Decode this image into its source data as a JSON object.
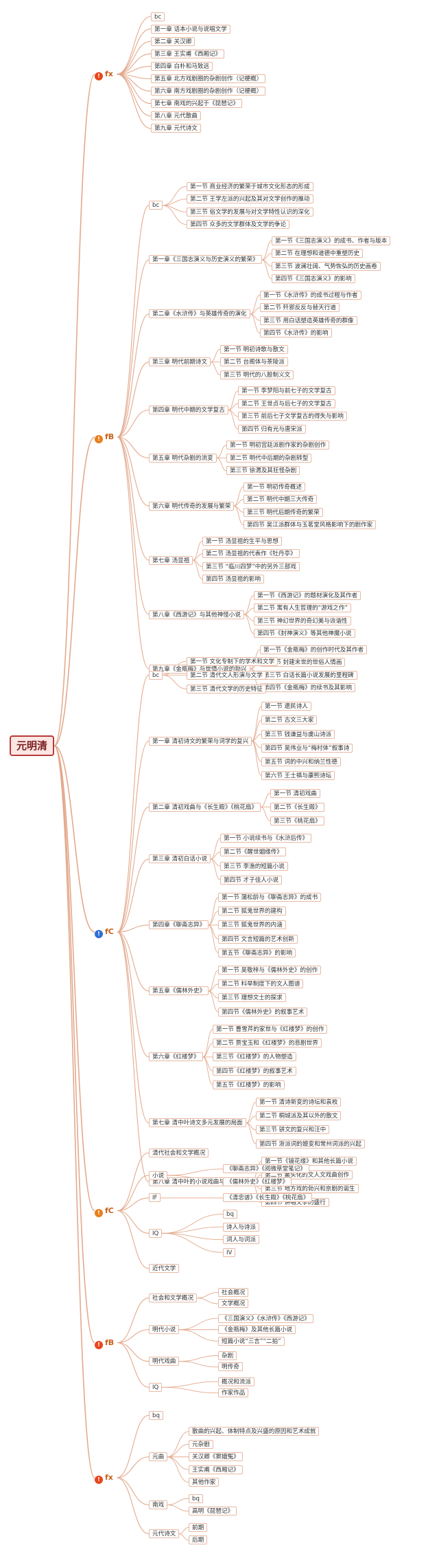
{
  "colors": {
    "edge": "#e3a98d",
    "badge_red": "#e8471d",
    "badge_orange": "#e87f1d",
    "badge_blue": "#2f6fd3"
  },
  "root": {
    "label": "元明清"
  },
  "parts": [
    {
      "label": "fx",
      "badge": "red",
      "children": [
        {
          "label": "bc"
        },
        {
          "label": "第一章 话本小说与说唱文学"
        },
        {
          "label": "第二章 关汉卿"
        },
        {
          "label": "第三章 王实甫《西厢记》"
        },
        {
          "label": "第四章 白朴和马致远"
        },
        {
          "label": "第五章 北方戏剧圈的杂剧创作（记梗概）"
        },
        {
          "label": "第六章 南方戏剧圈的杂剧创作（记梗概）"
        },
        {
          "label": "第七章 南戏的兴起于《琵琶记》"
        },
        {
          "label": "第八章 元代散曲"
        },
        {
          "label": "第九章 元代诗文"
        }
      ]
    },
    {
      "label": "fB",
      "badge": "orange",
      "children": [
        {
          "label": "bc",
          "children": [
            {
              "label": "第一节 商业经济的繁荣于城市文化形态的形成"
            },
            {
              "label": "第二节 王学左派的兴起及其对文学创作的推动"
            },
            {
              "label": "第三节 俗文学的发展与对文学特性认识的深化"
            },
            {
              "label": "第四节 众多的文学群体及文学的争论"
            }
          ]
        },
        {
          "label": "第一章《三国志演义与历史演义的繁荣》",
          "children": [
            {
              "label": "第一节《三国志演义》的成书、作者与版本"
            },
            {
              "label": "第二节 在理想和道德中重塑历史"
            },
            {
              "label": "第三节 波澜壮阔、气势恢弘的历史画卷"
            },
            {
              "label": "第四节《三国志演义》的影响"
            }
          ]
        },
        {
          "label": "第二章《水浒传》与英雄传奇的演化",
          "children": [
            {
              "label": "第一节《水浒传》的成书过程与作者"
            },
            {
              "label": "第二节 歼邪反反与替天行道"
            },
            {
              "label": "第三节 用白话塑造英雄传奇的群像"
            },
            {
              "label": "第四节《水浒传》的影响"
            }
          ]
        },
        {
          "label": "第三章 明代前期诗文",
          "children": [
            {
              "label": "第一节 明初诗歌与散文"
            },
            {
              "label": "第二节 台阁体与茶陵派"
            },
            {
              "label": "第三节 明代的八股制义文"
            }
          ]
        },
        {
          "label": "第四章 明代中期的文学复古",
          "children": [
            {
              "label": "第一节 李梦阳与前七子的文学复古"
            },
            {
              "label": "第二节 王世贞与后七子的文学复古"
            },
            {
              "label": "第三节 前后七子文学复古的得失与影响"
            },
            {
              "label": "第四节 归有光与唐宋派"
            }
          ]
        },
        {
          "label": "第五章 明代杂剧的流变",
          "children": [
            {
              "label": "第一节 明初宫廷派剧作家的杂剧创作"
            },
            {
              "label": "第二节 明代中后期的杂剧转型"
            },
            {
              "label": "第三节 徐渭及其狂怪杂剧"
            }
          ]
        },
        {
          "label": "第六章 明代传奇的发展与繁荣",
          "children": [
            {
              "label": "第一节 明初传奇概述"
            },
            {
              "label": "第二节 明代中期三大传奇"
            },
            {
              "label": "第三节 明代后期传奇的繁荣"
            },
            {
              "label": "第四节 吴江派群体与玉茗堂风格影响下的剧作家"
            }
          ]
        },
        {
          "label": "第七章 汤显祖",
          "children": [
            {
              "label": "第一节 汤显祖的生平与思想"
            },
            {
              "label": "第二节 汤显祖的代表作《牡丹亭》"
            },
            {
              "label": "第三节 “临川四梦”中的另外三部戏"
            },
            {
              "label": "第四节 汤显祖的影响"
            }
          ]
        },
        {
          "label": "第八章《西游记》与其他神怪小说",
          "children": [
            {
              "label": "第一节《西游记》的题材演化及其作者"
            },
            {
              "label": "第二节 寓有人生哲理的“游戏之作”"
            },
            {
              "label": "第三节 神幻世界的奇幻美与诙谐性"
            },
            {
              "label": "第四节《封神演义》等其他神魔小说"
            }
          ]
        },
        {
          "label": "第九章《金瓶梅》与世情小说的勃兴",
          "children": [
            {
              "label": "第一节《金瓶梅》的创作时代及其作者"
            },
            {
              "label": "第二节 封建末世的世俗人情画"
            },
            {
              "label": "第三节 白话长篇小说发展的里程碑"
            },
            {
              "label": "第四节《金瓶梅》的续书及其影响"
            }
          ]
        }
      ]
    },
    {
      "label": "fC",
      "badge": "blue",
      "children": [
        {
          "label": "bc",
          "children": [
            {
              "label": "第一节 文化专制下的学术和文学"
            },
            {
              "label": "第二节 清代文人形演与文学"
            },
            {
              "label": "第三节 清代文学的历史特征"
            }
          ]
        },
        {
          "label": "第一章 清初诗文的繁荣与词学的复兴",
          "children": [
            {
              "label": "第一节 遗民诗人"
            },
            {
              "label": "第二节 古文三大家"
            },
            {
              "label": "第三节 钱谦益与虞山诗派"
            },
            {
              "label": "第四节 吴伟业与“梅村体”叙事诗"
            },
            {
              "label": "第五节 词的中兴和纳兰性德"
            },
            {
              "label": "第六节 王士禛与康熙诗坛"
            }
          ]
        },
        {
          "label": "第二章 清初戏曲与《长生殿》《桃花扇》",
          "children": [
            {
              "label": "第一节 清初戏曲"
            },
            {
              "label": "第二节《长生殿》"
            },
            {
              "label": "第三节《桃花扇》"
            }
          ]
        },
        {
          "label": "第三章 清初白话小说",
          "children": [
            {
              "label": "第一节 小说续书与《水浒后传》"
            },
            {
              "label": "第二节《醒世姻缘传》"
            },
            {
              "label": "第三节 李渔的短篇小说"
            },
            {
              "label": "第四节 才子佳人小说"
            }
          ]
        },
        {
          "label": "第四章《聊斋志异》",
          "children": [
            {
              "label": "第一节 蒲松龄与《聊斋志异》的成书"
            },
            {
              "label": "第二节 狐鬼世界的建构"
            },
            {
              "label": "第三节 狐鬼世界的内涵"
            },
            {
              "label": "第四节 文言短篇的艺术创新"
            },
            {
              "label": "第五节《聊斋志异》的影响"
            }
          ]
        },
        {
          "label": "第五章《儒林外史》",
          "children": [
            {
              "label": "第一节 吴敬梓与《儒林外史》的创作"
            },
            {
              "label": "第二节 科举制度下的文人图谱"
            },
            {
              "label": "第三节 理想文士的探求"
            },
            {
              "label": "第四节《儒林外史》的叙事艺术"
            }
          ]
        },
        {
          "label": "第六章《红楼梦》",
          "children": [
            {
              "label": "第一节 曹雪芹的家世与《红楼梦》的创作"
            },
            {
              "label": "第二节 贾宝玉和《红楼梦》的悲剧世界"
            },
            {
              "label": "第三节《红楼梦》的人物塑造"
            },
            {
              "label": "第四节《红楼梦》的叙事艺术"
            },
            {
              "label": "第五节《红楼梦》的影响"
            }
          ]
        },
        {
          "label": "第七章 清中叶诗文多元发展的局面",
          "children": [
            {
              "label": "第一节 清诗新变的诗坛和袁枚"
            },
            {
              "label": "第二节 桐城派及其以外的散文"
            },
            {
              "label": "第三节 骈文的复兴和汪中"
            },
            {
              "label": "第四节 浙派词的嬗变和常州词派的兴起"
            }
          ]
        },
        {
          "label": "第八章 清中叶的小说戏曲与讲唱文学",
          "children": [
            {
              "label": "第一节《镜花缘》和其他长篇小说"
            },
            {
              "label": "第二节 案头化的文人文戏曲创作"
            },
            {
              "label": "第三节 地方戏的勃兴和京剧的诞生"
            },
            {
              "label": "第四节 讲唱文学的盛行"
            }
          ]
        }
      ]
    },
    {
      "label": "fC",
      "badge": "orange",
      "children": [
        {
          "label": "清代社会和文学概况"
        },
        {
          "label": "小说",
          "children": [
            {
              "label": "《聊斋志异》《阅微草堂笔记》"
            },
            {
              "label": "《儒林外史》《红楼梦》"
            }
          ]
        },
        {
          "label": "IF",
          "children": [
            {
              "label": "《清忠谱》《长生殿》《桃花扇》"
            }
          ]
        },
        {
          "label": "IQ",
          "children": [
            {
              "label": "bq"
            },
            {
              "label": "诗人与诗派"
            },
            {
              "label": "词人与词派"
            },
            {
              "label": "IV"
            }
          ]
        },
        {
          "label": "近代文学"
        }
      ]
    },
    {
      "label": "fB",
      "badge": "red",
      "children": [
        {
          "label": "社会和文学概况",
          "children": [
            {
              "label": "社会概况"
            },
            {
              "label": "文学概况"
            }
          ]
        },
        {
          "label": "明代小说",
          "children": [
            {
              "label": "《三国演义》《水浒传》《西游记》"
            },
            {
              "label": "《金瓶梅》及其他长篇小说"
            },
            {
              "label": "短篇小说“三言”“二拍”"
            }
          ]
        },
        {
          "label": "明代戏曲",
          "children": [
            {
              "label": "杂剧"
            },
            {
              "label": "明传奇"
            }
          ]
        },
        {
          "label": "IQ",
          "children": [
            {
              "label": "概况和流派"
            },
            {
              "label": "作家作品"
            }
          ]
        }
      ]
    },
    {
      "label": "fx",
      "badge": "red",
      "children": [
        {
          "label": "bq"
        },
        {
          "label": "元曲",
          "children": [
            {
              "label": "散曲的兴起、体制特点及兴盛的原因和艺术成就"
            },
            {
              "label": "元杂剧"
            },
            {
              "label": "关汉卿《窦娥冤》"
            },
            {
              "label": "王实甫《西厢记》"
            },
            {
              "label": "其他作家"
            }
          ]
        },
        {
          "label": "南戏",
          "children": [
            {
              "label": "bq"
            },
            {
              "label": "高明《琵琶记》"
            }
          ]
        },
        {
          "label": "元代诗文",
          "children": [
            {
              "label": "前期"
            },
            {
              "label": "后期"
            }
          ]
        }
      ]
    }
  ]
}
